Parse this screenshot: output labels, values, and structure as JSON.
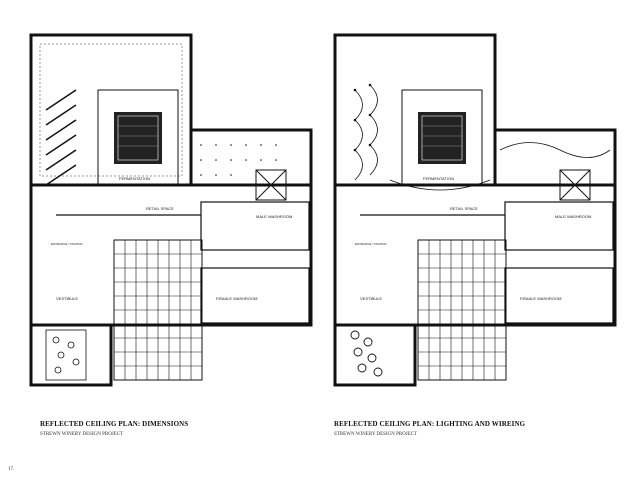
{
  "page_number": "17.",
  "plans": [
    {
      "title": "REFLECTED CEILING PLAN: DIMENSIONS",
      "subtitle": "STREWN WINERY DESIGN PROJECT",
      "rooms": {
        "fermentation": "FERMENTATION",
        "retail": "RETAIL SPACE",
        "washroom_a": "MALE WASHROOM",
        "washroom_b": "FEMALE WASHROOM",
        "entrance": "ENTRANCE / TASTING",
        "vestibule": "VESTIBULE"
      }
    },
    {
      "title": "REFLECTED CEILING PLAN: LIGHTING AND WIREING",
      "subtitle": "STREWN WINERY DESIGN PROJECT",
      "rooms": {
        "fermentation": "FERMENTATION",
        "retail": "RETAIL SPACE",
        "washroom_a": "MALE WASHROOM",
        "washroom_b": "FEMALE WASHROOM",
        "entrance": "ENTRANCE / TASTING",
        "vestibule": "VESTIBULE"
      }
    }
  ]
}
